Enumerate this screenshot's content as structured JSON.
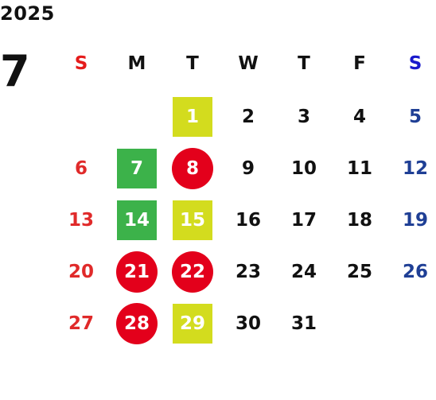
{
  "calendar": {
    "year": "2025",
    "month": "7",
    "weekday_headers": [
      "S",
      "M",
      "T",
      "W",
      "T",
      "F",
      "S"
    ],
    "weeks": [
      [
        {
          "d": ""
        },
        {
          "d": ""
        },
        {
          "d": "1",
          "mark": "yellow-square"
        },
        {
          "d": "2"
        },
        {
          "d": "3"
        },
        {
          "d": "4"
        },
        {
          "d": "5"
        }
      ],
      [
        {
          "d": "6"
        },
        {
          "d": "7",
          "mark": "green-square"
        },
        {
          "d": "8",
          "mark": "red-circle"
        },
        {
          "d": "9"
        },
        {
          "d": "10"
        },
        {
          "d": "11"
        },
        {
          "d": "12"
        }
      ],
      [
        {
          "d": "13"
        },
        {
          "d": "14",
          "mark": "green-square"
        },
        {
          "d": "15",
          "mark": "yellow-square"
        },
        {
          "d": "16"
        },
        {
          "d": "17"
        },
        {
          "d": "18"
        },
        {
          "d": "19"
        }
      ],
      [
        {
          "d": "20"
        },
        {
          "d": "21",
          "mark": "red-circle"
        },
        {
          "d": "22",
          "mark": "red-circle"
        },
        {
          "d": "23"
        },
        {
          "d": "24"
        },
        {
          "d": "25"
        },
        {
          "d": "26"
        }
      ],
      [
        {
          "d": "27"
        },
        {
          "d": "28",
          "mark": "red-circle"
        },
        {
          "d": "29",
          "mark": "yellow-square"
        },
        {
          "d": "30"
        },
        {
          "d": "31"
        },
        {
          "d": ""
        },
        {
          "d": ""
        }
      ]
    ]
  },
  "colors": {
    "sunday": "#e02a2a",
    "saturday": "#1f3f95",
    "red_circle": "#e3001b",
    "green_square": "#3cb24a",
    "yellow_square": "#d3dc1e"
  }
}
